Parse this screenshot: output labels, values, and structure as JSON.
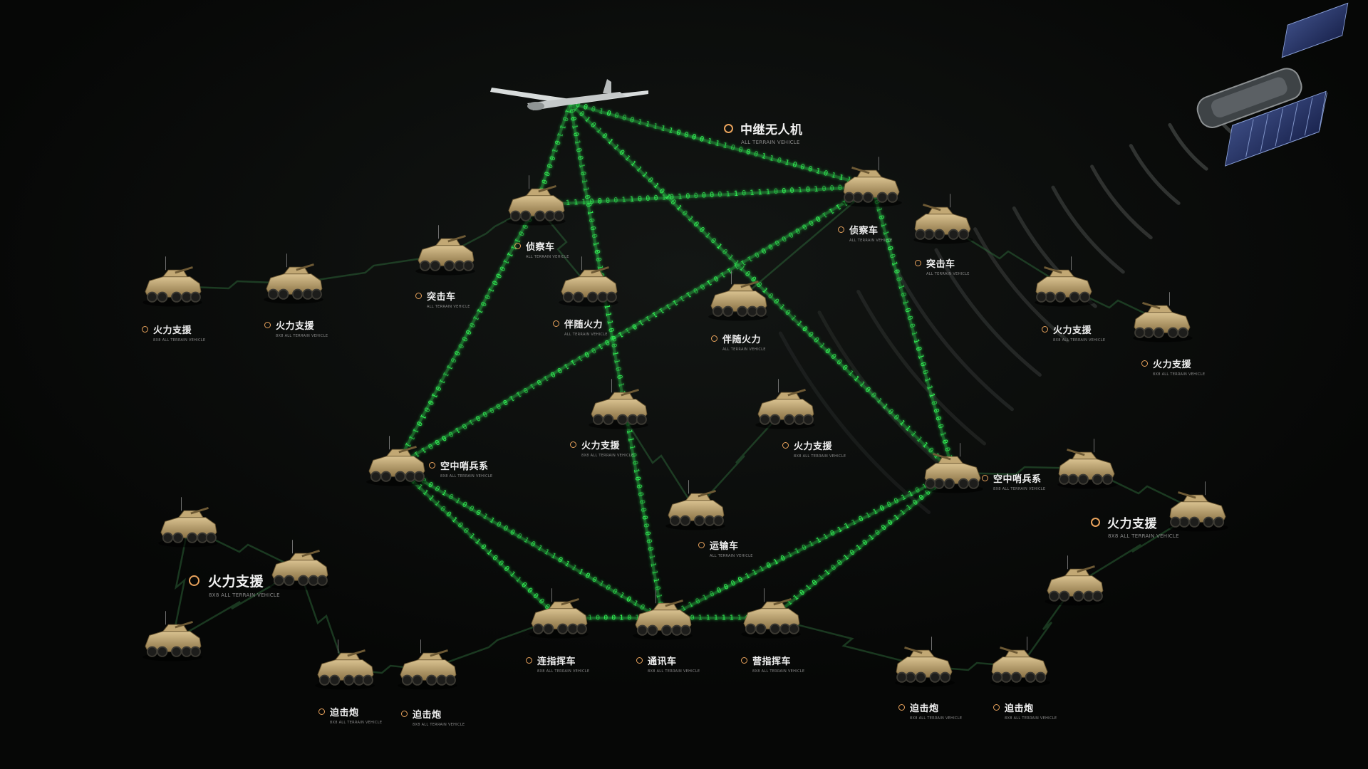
{
  "colors": {
    "background": "#070807",
    "link_green": "#35ff5a",
    "label_ring": "#e9a35c",
    "vehicle_tan": "#b59a66"
  },
  "icons": {
    "uav": "relay-drone-icon",
    "satellite": "satellite-icon",
    "vehicle": "wheeled-armored-vehicle-icon"
  },
  "nodes": [
    {
      "label": "中继无人机",
      "sub": "ALL TERRAIN VEHICLE"
    },
    {
      "label": "侦察车",
      "sub": "ALL TERRAIN VEHICLE"
    },
    {
      "label": "侦察车",
      "sub": "ALL TERRAIN VEHICLE"
    },
    {
      "label": "突击车",
      "sub": "ALL TERRAIN VEHICLE"
    },
    {
      "label": "突击车",
      "sub": "ALL TERRAIN VEHICLE"
    },
    {
      "label": "伴随火力",
      "sub": "ALL TERRAIN VEHICLE"
    },
    {
      "label": "伴随火力",
      "sub": "ALL TERRAIN VEHICLE"
    },
    {
      "label": "火力支援",
      "sub": "8X8 ALL TERRAIN VEHICLE"
    },
    {
      "label": "火力支援",
      "sub": "8X8 ALL TERRAIN VEHICLE"
    },
    {
      "label": "火力支援",
      "sub": "8X8 ALL TERRAIN VEHICLE"
    },
    {
      "label": "火力支援",
      "sub": "8X8 ALL TERRAIN VEHICLE"
    },
    {
      "label": "火力支援",
      "sub": "8X8 ALL TERRAIN VEHICLE"
    },
    {
      "label": "火力支援",
      "sub": "8X8 ALL TERRAIN VEHICLE"
    },
    {
      "label": "空中哨兵系",
      "sub": "8X8 ALL TERRAIN VEHICLE"
    },
    {
      "label": "空中哨兵系",
      "sub": "8X8 ALL TERRAIN VEHICLE"
    },
    {
      "label": "运输车",
      "sub": "ALL TERRAIN VEHICLE"
    },
    {
      "label": "连指挥车",
      "sub": "8X8 ALL TERRAIN VEHICLE"
    },
    {
      "label": "通讯车",
      "sub": "8X8 ALL TERRAIN VEHICLE"
    },
    {
      "label": "营指挥车",
      "sub": "8X8 ALL TERRAIN VEHICLE"
    },
    {
      "label": "火力支援",
      "sub": "8X8 ALL TERRAIN VEHICLE"
    },
    {
      "label": "火力支援",
      "sub": "8X8 ALL TERRAIN VEHICLE"
    },
    {
      "label": "迫击炮",
      "sub": "8X8 ALL TERRAIN VEHICLE"
    },
    {
      "label": "迫击炮",
      "sub": "8X8 ALL TERRAIN VEHICLE"
    },
    {
      "label": "迫击炮",
      "sub": "8X8 ALL TERRAIN VEHICLE"
    },
    {
      "label": "迫击炮",
      "sub": "8X8 ALL TERRAIN VEHICLE"
    }
  ]
}
